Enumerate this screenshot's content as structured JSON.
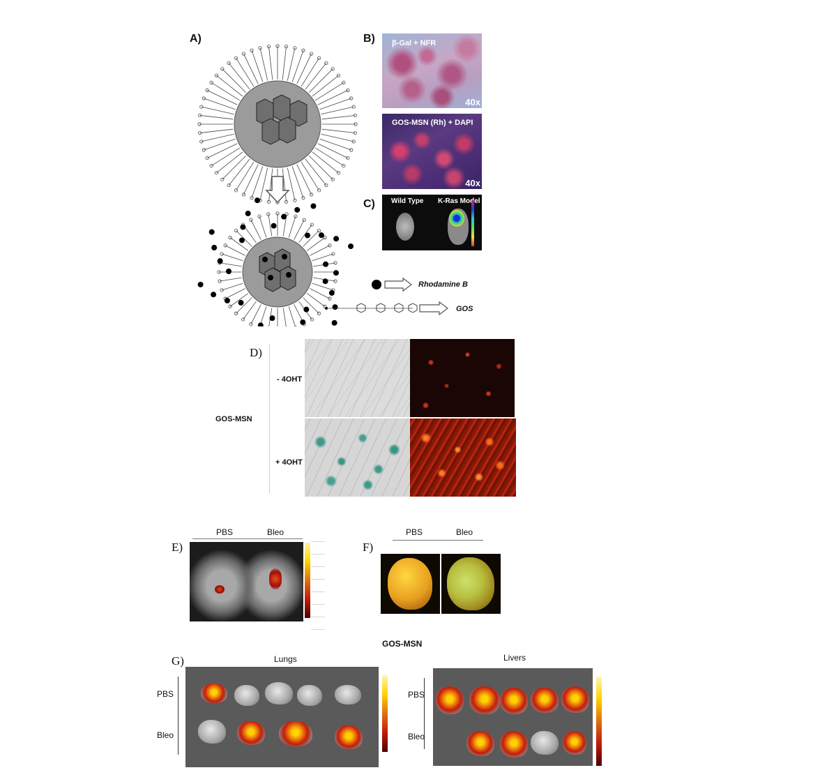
{
  "panels": {
    "A": {
      "label": "A)"
    },
    "B": {
      "label": "B)",
      "top_caption": "β-Gal + NFR",
      "top_mag": "40x",
      "bottom_caption": "GOS-MSN (Rh) + DAPI",
      "bottom_mag": "40x"
    },
    "C": {
      "label": "C)",
      "left_caption": "Wild Type",
      "right_caption": "K-Ras Model"
    },
    "legend": {
      "rhodamine": "Rhodamine B",
      "gos": "GOS"
    },
    "D": {
      "label": "D)",
      "group": "GOS-MSN",
      "row1": "- 4OHT",
      "row2": "+ 4OHT"
    },
    "E": {
      "label": "E)",
      "col1": "PBS",
      "col2": "Bleo"
    },
    "F": {
      "label": "F)",
      "col1": "PBS",
      "col2": "Bleo"
    },
    "G": {
      "label": "G)",
      "title": "GOS-MSN",
      "lungs": "Lungs",
      "livers": "Livers",
      "row1": "PBS",
      "row2": "Bleo"
    }
  },
  "colors": {
    "cell_pink": "#b85c8a",
    "cell_blue": "#7f8fc0",
    "fluor_red": "#d62a12",
    "dark_bg": "#1a0a06",
    "heat_yellow": "#ffd200"
  }
}
